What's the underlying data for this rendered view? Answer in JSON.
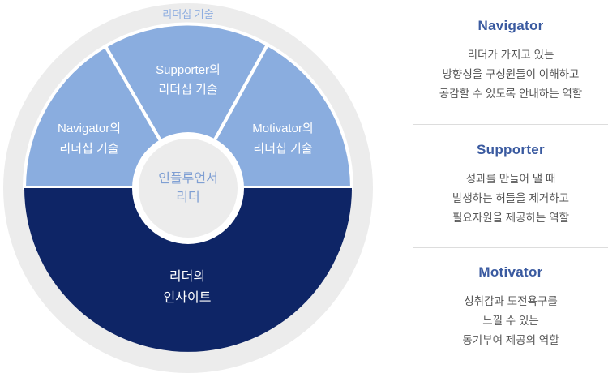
{
  "diagram": {
    "outer_ring_label": "리더십 기술",
    "center": {
      "line1": "인플루언서",
      "line2": "리더"
    },
    "segments": {
      "supporter": {
        "line1": "Supporter의",
        "line2": "리더십 기술"
      },
      "navigator": {
        "line1": "Navigator의",
        "line2": "리더십 기술"
      },
      "motivator": {
        "line1": "Motivator의",
        "line2": "리더십 기술"
      }
    },
    "insight": {
      "line1": "리더의",
      "line2": "인사이트"
    },
    "colors": {
      "ring": "#ececec",
      "segment": "#8aaddf",
      "insight": "#0e2566",
      "center_fill": "#ececec",
      "center_text": "#7f9fd3",
      "heading": "#3a5aa0"
    }
  },
  "roles": [
    {
      "title": "Navigator",
      "lines": [
        "리더가 가지고 있는",
        "방향성을 구성원들이 이해하고",
        "공감할 수 있도록 안내하는 역할"
      ]
    },
    {
      "title": "Supporter",
      "lines": [
        "성과를 만들어 낼 때",
        "발생하는 허들을 제거하고",
        "필요자원을 제공하는 역할"
      ]
    },
    {
      "title": "Motivator",
      "lines": [
        "성취감과 도전욕구를",
        "느낄 수 있는",
        "동기부여 제공의 역할"
      ]
    }
  ]
}
